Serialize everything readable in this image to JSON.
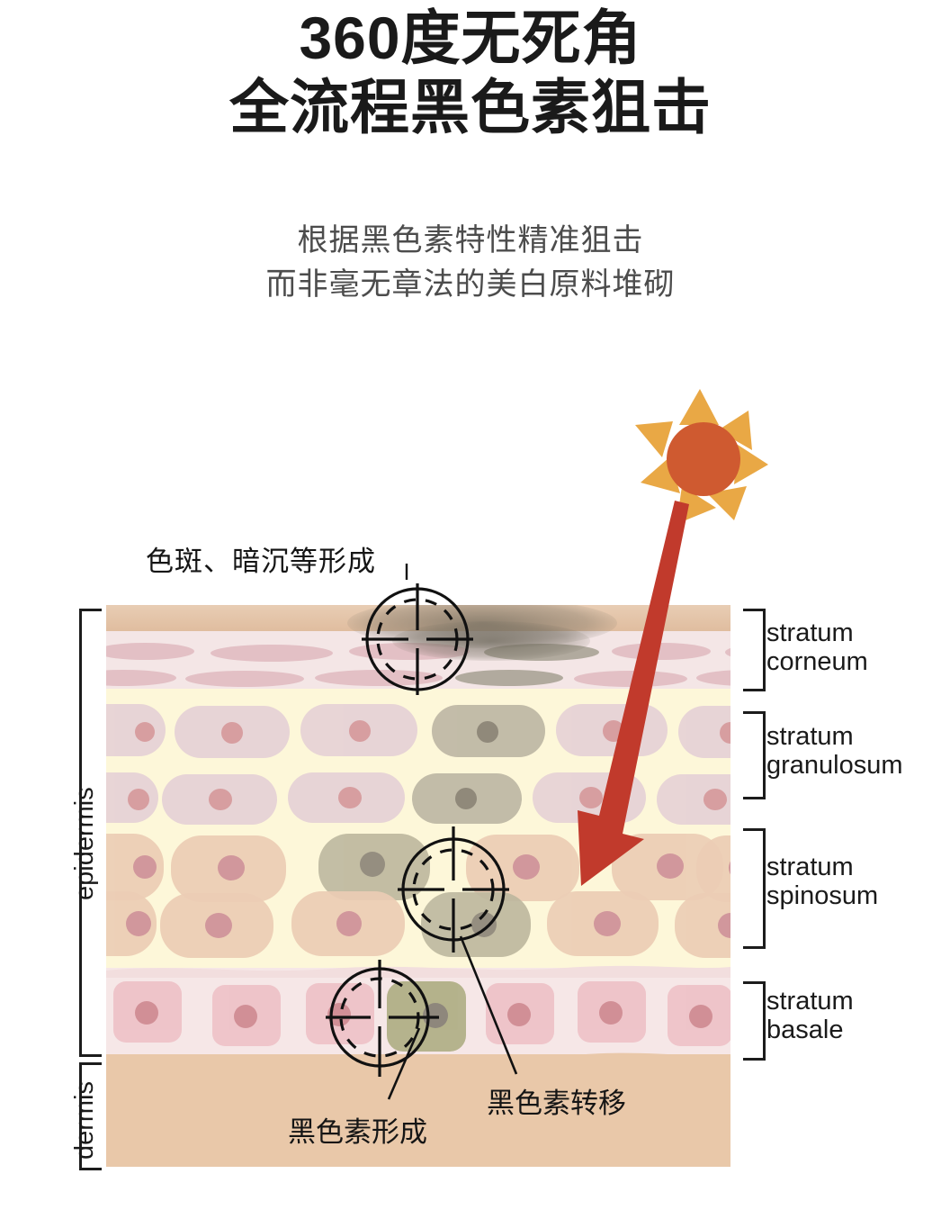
{
  "headline": {
    "line1": "360度无死角",
    "line2": "全流程黑色素狙击"
  },
  "subhead": {
    "line1": "根据黑色素特性精准狙击",
    "line2": "而非毫无章法的美白原料堆砌"
  },
  "diagram": {
    "title_icon": "sun-icon",
    "uv_ray_icon": "uv-arrow-icon",
    "left_labels": [
      {
        "key": "epidermis",
        "text": "epidermis"
      },
      {
        "key": "dermis",
        "text": "dermis"
      }
    ],
    "right_labels": [
      {
        "key": "stratum_corneum",
        "line1": "stratum",
        "line2": "corneum"
      },
      {
        "key": "stratum_granulosum",
        "line1": "stratum",
        "line2": "granulosum"
      },
      {
        "key": "stratum_spinosum",
        "line1": "stratum",
        "line2": "spinosum"
      },
      {
        "key": "stratum_basale",
        "line1": "stratum",
        "line2": "basale"
      }
    ],
    "annotations": [
      {
        "key": "pigment_formation_surface",
        "text": "色斑、暗沉等形成"
      },
      {
        "key": "melanin_formation",
        "text": "黑色素形成"
      },
      {
        "key": "melanin_transfer",
        "text": "黑色素转移"
      }
    ]
  },
  "colors": {
    "sun_core": "#cf5a30",
    "sun_ray": "#e9a845",
    "uv_arrow": "#c13a2c",
    "layer_surface": "#e4c4a6",
    "layer_corneum": "#f4e6e6",
    "layer_granulosum": "#fdf7d9",
    "layer_spinosum": "#fdf7d9",
    "layer_basale": "#f6e7e7",
    "layer_dermis": "#e9c8a9",
    "melanocyte": "#a9a97c",
    "heading_text": "#1a1a1a",
    "subhead_text": "#4c4c4c"
  }
}
